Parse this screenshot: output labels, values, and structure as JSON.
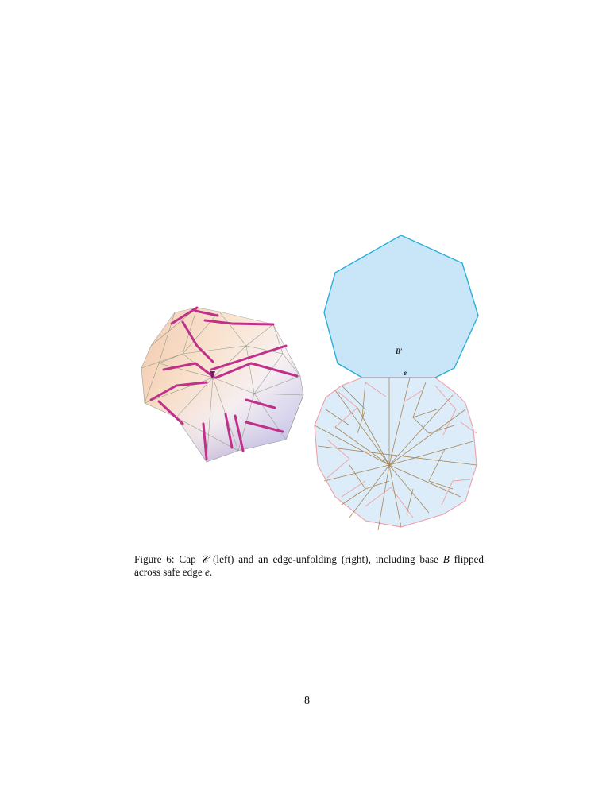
{
  "figure": {
    "label_B_prime": "B′",
    "label_e": "e",
    "colors": {
      "cap_cut_edges": "#c0308a",
      "cap_faces_warm": "#f2c6a0",
      "cap_faces_cool": "#c8c8ee",
      "base_fill": "#c9e6f8",
      "base_stroke": "#2ab0d8",
      "unfold_fill": "#dcecf8",
      "unfold_edges": "#a8875a",
      "unfold_boundary": "#f0a0a8"
    }
  },
  "caption": {
    "prefix": "Figure 6: Cap ",
    "cap_symbol": "𝒞",
    "mid1": " (left) and an edge-unfolding (right), including base ",
    "base_symbol": "B",
    "mid2": " flipped across safe edge ",
    "edge_symbol": "e",
    "suffix": "."
  },
  "page_number": "8"
}
